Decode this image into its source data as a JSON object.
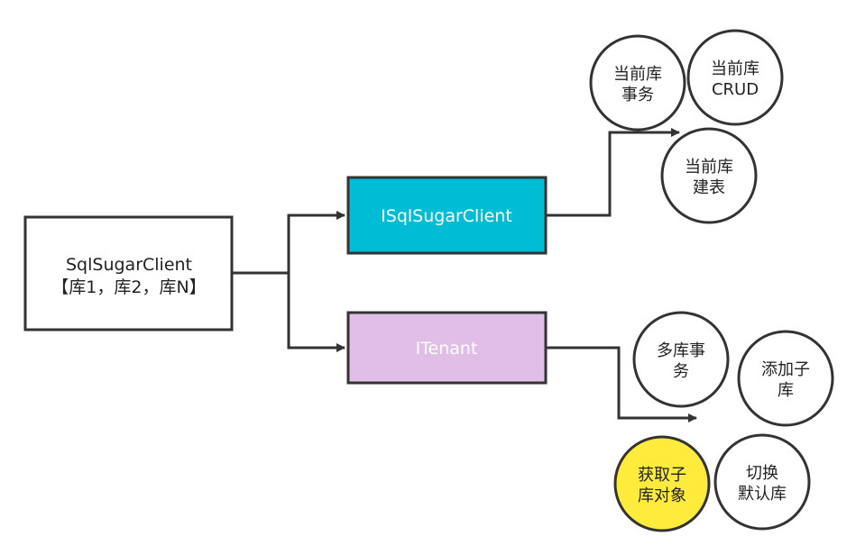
{
  "root": {
    "line1": "SqlSugarClient",
    "line2": "【库1，库2，库N】"
  },
  "isqlsugarclient": {
    "label": "ISqlSugarClient",
    "fill": "#00bcd4",
    "circles": [
      {
        "lines": [
          "当前库",
          "事务"
        ],
        "fill": "#ffffff"
      },
      {
        "lines": [
          "当前库",
          "CRUD"
        ],
        "fill": "#ffffff"
      },
      {
        "lines": [
          "当前库",
          "建表"
        ],
        "fill": "#ffffff"
      }
    ]
  },
  "itenant": {
    "label": "ITenant",
    "fill": "#e1bee7",
    "circles": [
      {
        "lines": [
          "多库事",
          "务"
        ],
        "fill": "#ffffff"
      },
      {
        "lines": [
          "添加子",
          "库"
        ],
        "fill": "#ffffff"
      },
      {
        "lines": [
          "获取子",
          "库对象"
        ],
        "fill": "#ffeb3b"
      },
      {
        "lines": [
          "切换",
          "默认库"
        ],
        "fill": "#ffffff"
      }
    ]
  },
  "colors": {
    "stroke": "#333333",
    "box_text_light": "#ffffff",
    "text_dark": "#222222"
  }
}
